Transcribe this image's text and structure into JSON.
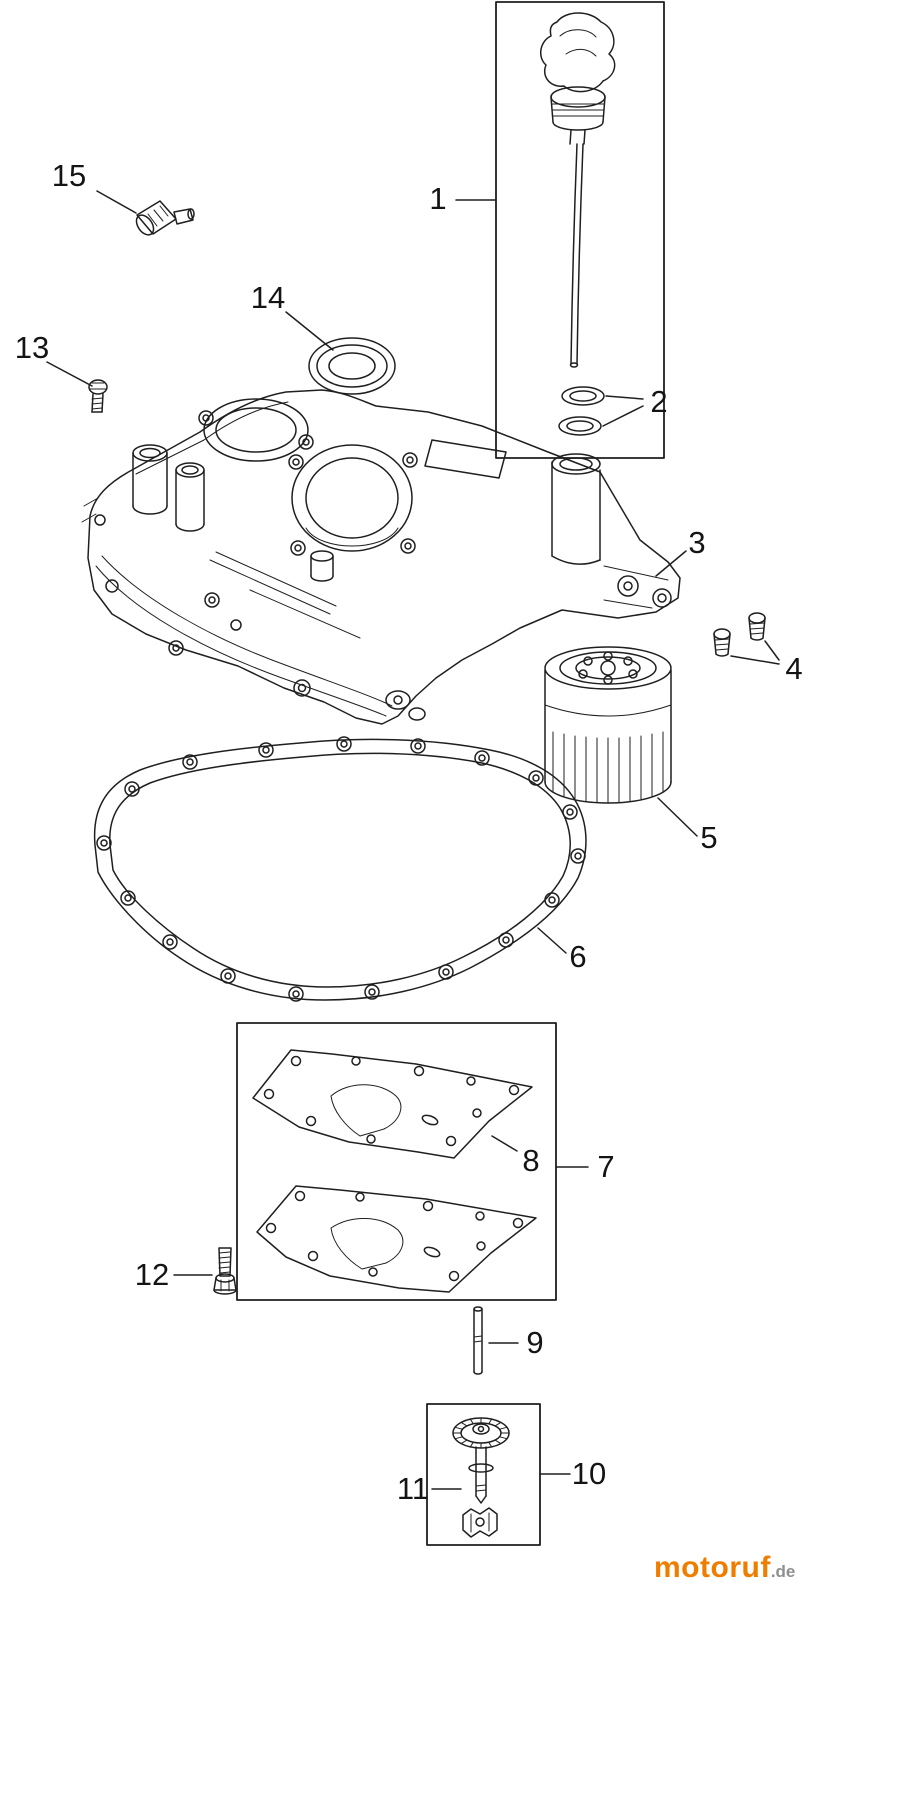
{
  "diagram": {
    "callouts": [
      {
        "id": 1,
        "label": "1"
      },
      {
        "id": 2,
        "label": "2"
      },
      {
        "id": 3,
        "label": "3"
      },
      {
        "id": 4,
        "label": "4"
      },
      {
        "id": 5,
        "label": "5"
      },
      {
        "id": 6,
        "label": "6"
      },
      {
        "id": 7,
        "label": "7"
      },
      {
        "id": 8,
        "label": "8"
      },
      {
        "id": 9,
        "label": "9"
      },
      {
        "id": 10,
        "label": "10"
      },
      {
        "id": 11,
        "label": "11"
      },
      {
        "id": 12,
        "label": "12"
      },
      {
        "id": 13,
        "label": "13"
      },
      {
        "id": 14,
        "label": "14"
      },
      {
        "id": 15,
        "label": "15"
      }
    ],
    "ink_color": "#1f1f1f"
  },
  "watermark": {
    "brand": "motoruf",
    "suffix": ".de",
    "brand_color": "#ef7d00",
    "suffix_color": "#8f8f8f"
  }
}
